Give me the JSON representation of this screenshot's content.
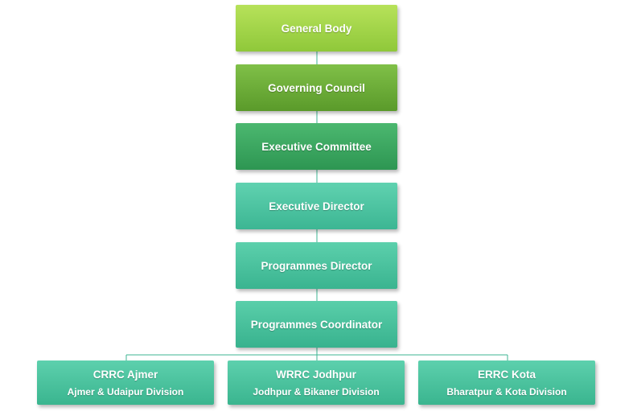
{
  "nodes": {
    "general_body": "General Body",
    "governing_council": "Governing Council",
    "executive_committee": "Executive Committee",
    "executive_director": "Executive Director",
    "programmes_director": "Programmes Director",
    "programmes_coordinator": "Programmes Coordinator"
  },
  "centres": [
    {
      "name": "CRRC Ajmer",
      "division": "Ajmer & Udaipur Division"
    },
    {
      "name": "WRRC Jodhpur",
      "division": "Jodhpur & Bikaner Division"
    },
    {
      "name": "ERRC Kota",
      "division": "Bharatpur & Kota Division"
    }
  ],
  "colors": {
    "connector": "#3cb693",
    "general_body": "#a6d84c",
    "governing_council": "#6cae38",
    "executive_committee": "#3aa75f",
    "lower_nodes": "#4cc4a0"
  }
}
